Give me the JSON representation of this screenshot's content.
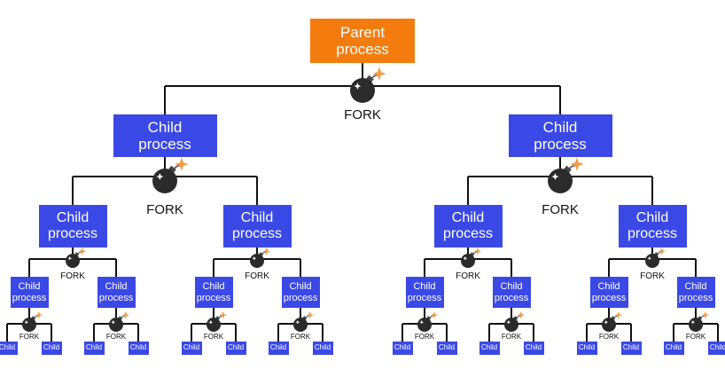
{
  "diagram": {
    "root_label": "Parent\nprocess",
    "child_label": "Child\nprocess",
    "leaf_label": "Child",
    "fork_label": "FORK",
    "icons": {
      "fork_node": "bomb-icon"
    },
    "colors": {
      "root_box": "#f47c0f",
      "child_box": "#3a49e6",
      "connector": "#111111",
      "bomb_body": "#2b2b2b",
      "spark": "#f39c42",
      "label_text": "#111111",
      "box_text": "#ffffff"
    }
  }
}
